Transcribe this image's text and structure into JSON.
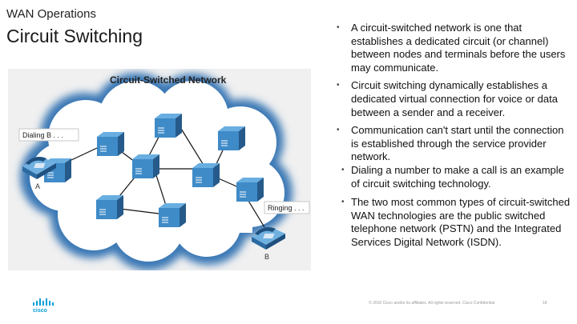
{
  "header": {
    "label": "WAN Operations",
    "title": "Circuit Switching"
  },
  "diagram": {
    "title": "Circuit-Switched Network",
    "callout_a": "Dialing B . . .",
    "callout_b": "Ringing . . .",
    "phone_a_label": "A",
    "phone_b_label": "B",
    "colors": {
      "cloud_fill": "#ffffff",
      "cloud_edge": "#3a78b5",
      "switch_top": "#3f8bc8",
      "switch_side": "#255a8a"
    }
  },
  "bullets_primary": [
    "A circuit-switched network is one that establishes a dedicated circuit (or channel) between nodes and terminals before the users may communicate.",
    "Circuit switching dynamically establishes a dedicated virtual connection for voice or data between a sender and a receiver.",
    "Communication can't start until the connection is established through the service provider network."
  ],
  "bullets_secondary": [
    "Dialing a number to make a call is an example of circuit switching technology.",
    "The two most common types of circuit-switched WAN technologies are the public switched telephone network (PSTN) and the Integrated Services Digital Network (ISDN)."
  ],
  "footer": {
    "logo": "cisco",
    "copyright": "© 2016 Cisco and/or its affiliates. All rights reserved. Cisco Confidential",
    "page": "18"
  }
}
